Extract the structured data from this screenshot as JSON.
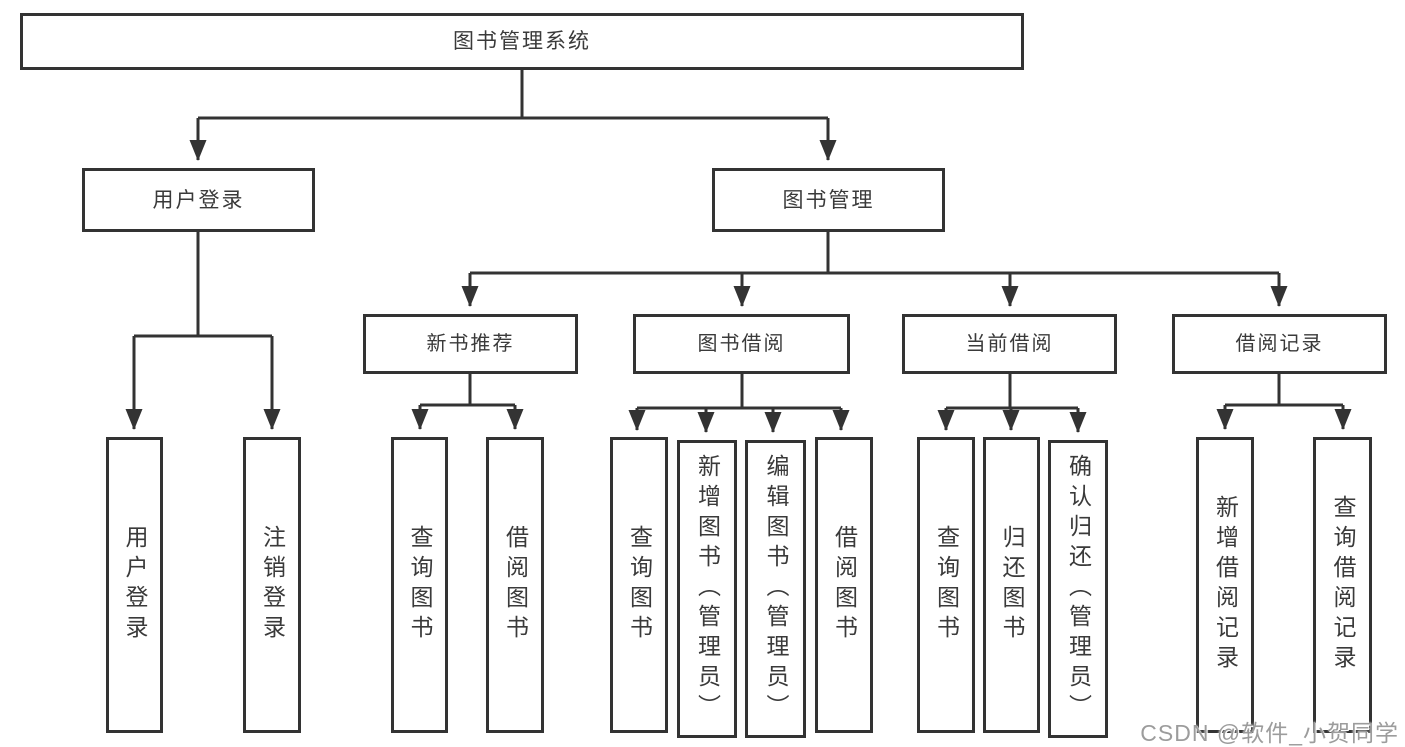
{
  "diagram": {
    "nodes": {
      "root": "图书管理系统",
      "user_login": "用户登录",
      "book_management": "图书管理",
      "new_book_recommend": "新书推荐",
      "book_borrow": "图书借阅",
      "current_borrow": "当前借阅",
      "borrow_records": "借阅记录",
      "ul_user_login": "用户登录",
      "ul_logout": "注销登录",
      "nb_query_book": "查询图书",
      "nb_borrow_book": "借阅图书",
      "bb_query_book": "查询图书",
      "bb_add_book_admin": "新增图书（管理员）",
      "bb_edit_book_admin": "编辑图书（管理员）",
      "bb_borrow_book": "借阅图书",
      "cb_query_book": "查询图书",
      "cb_return_book": "归还图书",
      "cb_confirm_return_admin": "确认归还（管理员）",
      "br_add_record": "新增借阅记录",
      "br_query_record": "查询借阅记录"
    },
    "colors": {
      "line": "#333333",
      "box_background": "#ffffff",
      "text": "#3a3a3a",
      "watermark_text": "#9c9c9c"
    },
    "watermark": "CSDN @软件_小贺同学"
  }
}
